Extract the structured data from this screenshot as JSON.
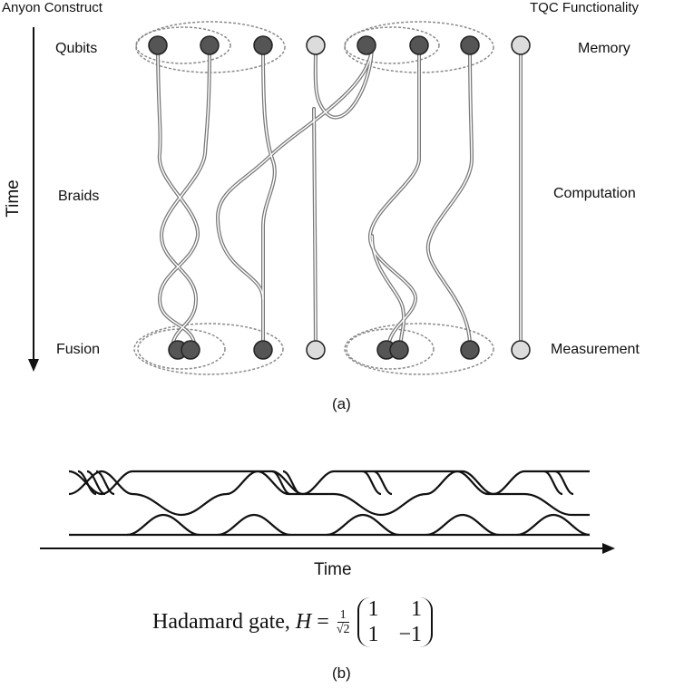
{
  "part_a": {
    "left_header": "Anyon Construct",
    "right_header": "TQC Functionality",
    "time_label": "Time",
    "rows": [
      {
        "left": "Qubits",
        "right": "Memory"
      },
      {
        "left": "Braids",
        "right": "Computation"
      },
      {
        "left": "Fusion",
        "right": "Measurement"
      }
    ],
    "caption": "(a)"
  },
  "part_b": {
    "time_label": "Time",
    "formula_prefix": "Hadamard gate,",
    "formula_var": "H",
    "formula_eq": "=",
    "fraction_num": "1",
    "fraction_den": "√2",
    "matrix": [
      "1",
      "1",
      "1",
      "−1"
    ],
    "caption": "(b)"
  },
  "colors": {
    "dark_anyon": "#555555",
    "light_anyon": "#dcdcdc",
    "strand": "#777777",
    "ellipse": "#8a8a8a"
  }
}
